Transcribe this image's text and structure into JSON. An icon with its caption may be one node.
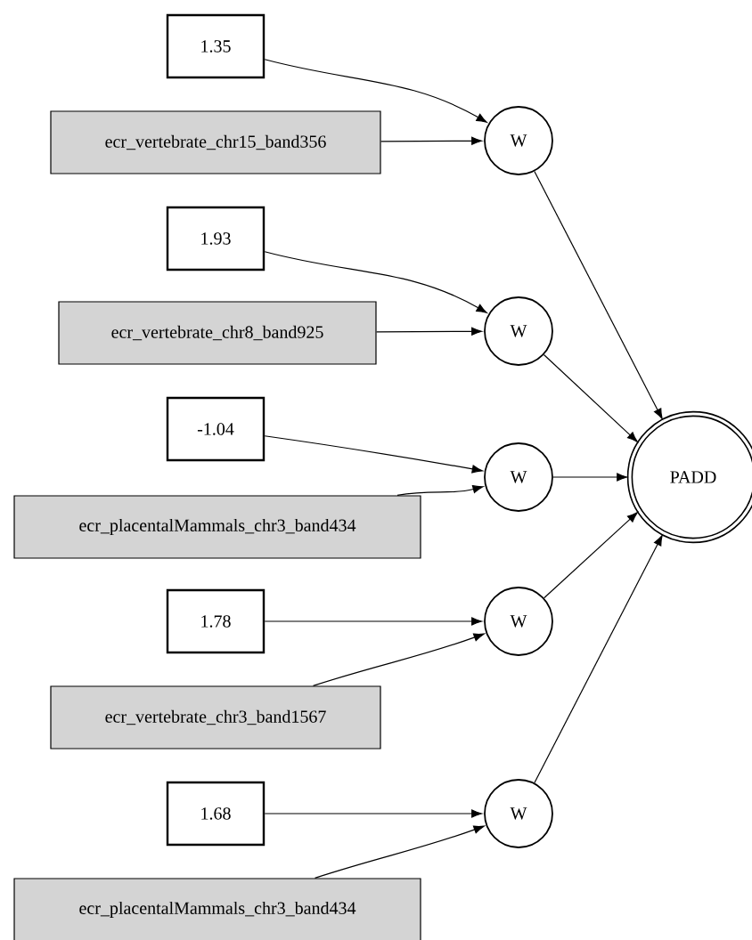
{
  "diagram": {
    "nodes": [
      {
        "text": [
          "1.35"
        ]
      },
      {
        "text": [
          "ecr_vertebrate_chr15_band356"
        ]
      },
      {
        "text": [
          "W"
        ]
      },
      {
        "text": [
          "1.93"
        ]
      },
      {
        "text": [
          "ecr_vertebrate_chr8_band925"
        ]
      },
      {
        "text": [
          "W"
        ]
      },
      {
        "text": [
          "-1.04"
        ]
      },
      {
        "text": [
          "ecr_placentalMammals_chr3_band434"
        ]
      },
      {
        "text": [
          "W"
        ]
      },
      {
        "text": [
          "1.78"
        ]
      },
      {
        "text": [
          "ecr_vertebrate_chr3_band1567"
        ]
      },
      {
        "text": [
          "W"
        ]
      },
      {
        "text": [
          "1.68"
        ]
      },
      {
        "text": [
          "ecr_placentalMammals_chr3_band434"
        ]
      },
      {
        "text": [
          "W"
        ]
      },
      {
        "text": [
          "PADD"
        ]
      }
    ],
    "edges": [
      {
        "from": 0,
        "to": 2,
        "arrow": "to"
      },
      {
        "from": 1,
        "to": 2,
        "arrow": "to"
      },
      {
        "from": 3,
        "to": 5,
        "arrow": "to"
      },
      {
        "from": 4,
        "to": 5,
        "arrow": "to"
      },
      {
        "from": 6,
        "to": 8,
        "arrow": "to"
      },
      {
        "from": 7,
        "to": 8,
        "arrow": "to"
      },
      {
        "from": 9,
        "to": 11,
        "arrow": "to"
      },
      {
        "from": 10,
        "to": 11,
        "arrow": "to"
      },
      {
        "from": 12,
        "to": 14,
        "arrow": "to"
      },
      {
        "from": 13,
        "to": 14,
        "arrow": "to"
      },
      {
        "from": 2,
        "to": 15,
        "arrow": "to"
      },
      {
        "from": 5,
        "to": 15,
        "arrow": "to"
      },
      {
        "from": 8,
        "to": 15,
        "arrow": "to"
      },
      {
        "from": 11,
        "to": 15,
        "arrow": "to"
      },
      {
        "from": 14,
        "to": 15,
        "arrow": "to"
      }
    ]
  }
}
